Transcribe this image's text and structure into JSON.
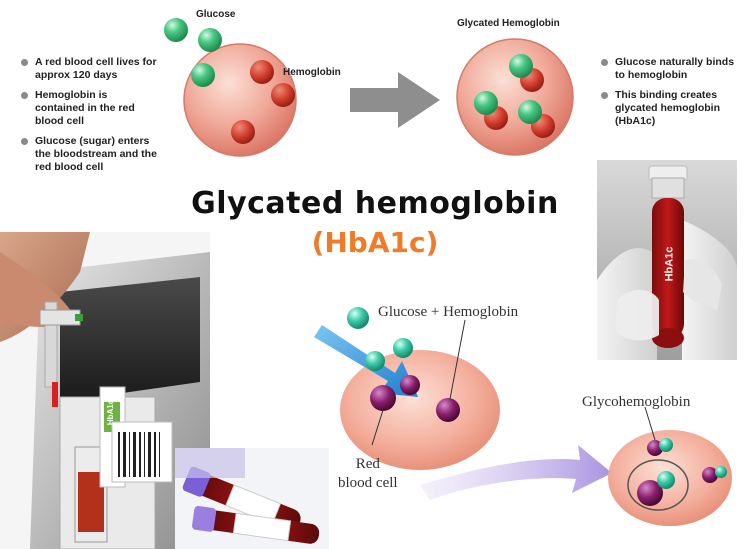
{
  "top_diagram": {
    "left_bullets": [
      "A red blood cell lives for approx 120 days",
      "Hemoglobin is contained in the red blood cell",
      "Glucose (sugar) enters the bloodstream and the red blood cell"
    ],
    "right_bullets": [
      "Glucose naturally binds to hemoglobin",
      "This binding creates glycated hemoglobin (HbA1c)"
    ],
    "label_glucose": "Glucose",
    "label_hemoglobin": "Hemoglobin",
    "label_glycated": "Glycated Hemoglobin"
  },
  "title": "Glycated hemoglobin",
  "subtitle": "(HbA1c)",
  "bottom_diagram": {
    "label_glucose_hemoglobin": "Glucose + Hemoglobin",
    "label_red_blood_cell_line1": "Red",
    "label_red_blood_cell_line2": "blood cell",
    "label_glycohemoglobin": "Glycohemoglobin"
  },
  "photos": {
    "tube_label": "HbA1c",
    "cartridge_label": "HbA1c"
  },
  "colors": {
    "title": "#111111",
    "subtitle": "#f07c2a",
    "cell": "#e9897a",
    "glucose": "#3fc27a",
    "hemoglobin": "#c0392b"
  }
}
